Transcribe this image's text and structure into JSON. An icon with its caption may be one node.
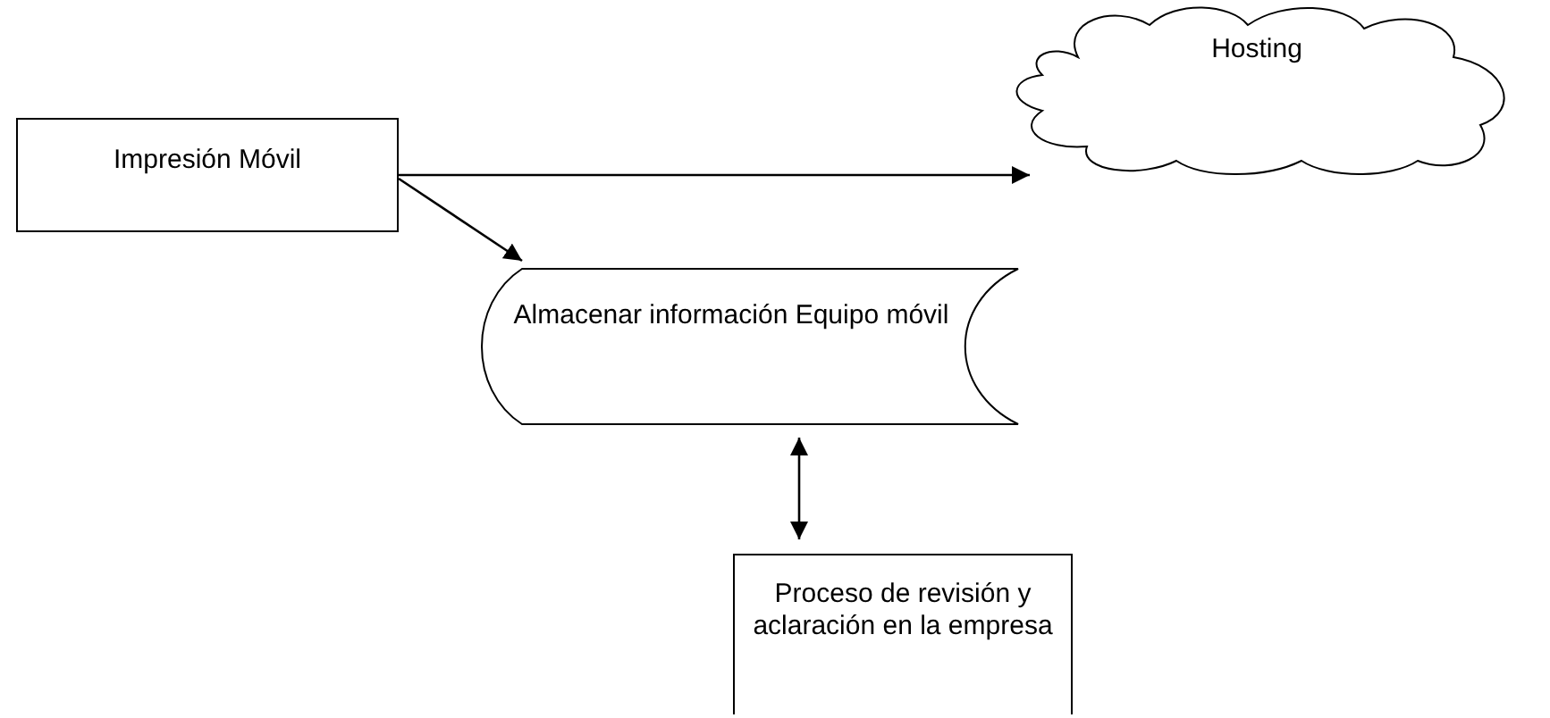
{
  "diagram": {
    "nodes": [
      {
        "text": [
          "Impresión Móvil"
        ]
      },
      {
        "text": [
          "Hosting"
        ]
      },
      {
        "text": [
          "Almacenar información Equipo móvil"
        ]
      },
      {
        "text": [
          "Proceso de revisión y aclaración en la empresa"
        ]
      }
    ],
    "edges": [
      {
        "from": 0,
        "to": 1,
        "arrow": "to"
      },
      {
        "from": 0,
        "to": 2,
        "arrow": "to"
      },
      {
        "from": 2,
        "to": 3,
        "arrow": "both"
      }
    ]
  }
}
